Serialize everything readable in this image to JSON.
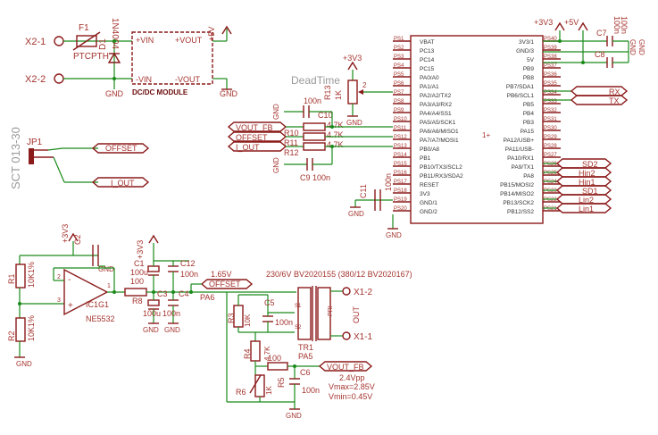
{
  "board": {
    "dc": {
      "conn_top": "X2-1",
      "conn_bot": "X2-2",
      "fuse": "F1",
      "ptc": "PTCPTH",
      "diode": "1N4004",
      "diode_ref": "D1",
      "vin_p": "+VIN",
      "vin_n": "-VIN",
      "vout_p": "+VOUT",
      "vout_n": "-VOUT",
      "module": "DC/DC MODULE",
      "rail": "+5V",
      "gnd": "GND"
    },
    "jp": {
      "ref": "JP1",
      "sct": "SCT 013-30",
      "offset": "OFFSET",
      "iout": "I_OUT"
    },
    "dead": {
      "label": "DeadTime",
      "rail": "+3V3",
      "r13": "R13",
      "r13v": "1K",
      "wiper": "2"
    },
    "sig": {
      "vout_fb": "VOUT_FB",
      "offset": "OFFSET",
      "i_out": "I_OUT",
      "r10": "R10",
      "r11": "R11",
      "r12": "R12",
      "r10v": "4.7K",
      "r11v": "4.7K",
      "r12v": "4.7K",
      "c10": "C10",
      "c10v": "100n",
      "c9": "C9",
      "c9v": "100n",
      "c11": "C11",
      "c11v": "100n",
      "gnd": "GND"
    },
    "rails": {
      "p3v3": "+3V3",
      "p5v": "+5V",
      "c7": "C7",
      "c8": "C8",
      "c7v": "100n",
      "c8v": "100n",
      "gnd": "GND"
    },
    "mcu": {
      "left_pins": [
        "PS1",
        "PS2",
        "PS3",
        "PS4",
        "PS5",
        "PS6",
        "PS7",
        "PS8",
        "PS9",
        "PS10",
        "PS11",
        "PS12",
        "PS13",
        "PS14",
        "PS15",
        "PS16",
        "PS17",
        "PS18",
        "PS19",
        "PS20"
      ],
      "left_names": [
        "VBAT",
        "PC13",
        "PC14",
        "PC15",
        "PA0/A0",
        "PA1/A1",
        "PA2/A2/TX2",
        "PA3/A3/RX2",
        "PA4/A4/SS1",
        "PA5/A5/SCK1",
        "PA6/A6/MISO1",
        "PA7/A7/MOSI1",
        "PB0/A8",
        "PB1",
        "PB10/TX3/SCL2",
        "PB11/RX3/SDA2",
        "RESET",
        "3V3",
        "GND/1",
        "GND/2"
      ],
      "right_pins": [
        "PS40",
        "PS39",
        "PS38",
        "PS37",
        "PS36",
        "PS35",
        "PS34",
        "PS33",
        "PS32",
        "PS31",
        "PS30",
        "PS29",
        "PS28",
        "PS27",
        "PS26",
        "PS25",
        "PS24",
        "PS23",
        "PS22",
        "PS21"
      ],
      "right_names": [
        "3V3/1",
        "GND/3",
        "5V",
        "PB9",
        "PB8",
        "PB7/SDA1",
        "PB6/SCL1",
        "PB5",
        "PB4",
        "PB3",
        "PA15",
        "PA12/USB+",
        "PA11/USB-",
        "PA10/RX1",
        "PA9/TX1",
        "PA8",
        "PB15/MOSI2",
        "PB14/MISO2",
        "PB13/SCK2",
        "PB12/SS2"
      ],
      "pin_marker": "1+"
    },
    "ports": {
      "rx": "RX",
      "tx": "TX",
      "sd2": "SD2",
      "hin2": "Hin2",
      "hin1": "Hin1",
      "sd1": "SD1",
      "lin2": "Lin2",
      "lin1": "Lin1"
    },
    "amp": {
      "rail": "+3V3",
      "c2": "C2",
      "gnd": "GND",
      "r1": "R1",
      "r1v": "10K1%",
      "r2": "R2",
      "r2v": "10K1%",
      "ic": "IC1G1",
      "part": "NE5532",
      "in_p": "+",
      "in_n": "-",
      "pin3": "3",
      "pin2": "2",
      "pin1": "1",
      "gnd_b": "GND"
    },
    "filt": {
      "rail": "+3V3",
      "c1": "C1",
      "c1v": "100u",
      "c12": "C12",
      "c12v": "100n",
      "r8": "R8",
      "r8v": "100",
      "c3": "C3",
      "c3v": "100u",
      "c4": "C4",
      "c4v": "100n",
      "ref165": "1.65V",
      "offset": "OFFSET",
      "pa6": "PA6",
      "gnd": "GND"
    },
    "xf": {
      "rating": "230/6V BV2020155 (380/12 BV2020167)",
      "x12": "X1-2",
      "x11": "X1-1",
      "tr": "TR1",
      "pri": "PRI",
      "out": "OUT",
      "s1": "S1",
      "s2": "S2",
      "r3": "R3",
      "r3v": "10K",
      "c5": "C5",
      "c5v": "100n",
      "r4": "R4",
      "r4v": "4.7K",
      "r5": "R5",
      "r5v": "100",
      "pa5": "PA5",
      "c6": "C6",
      "c6v": "100n",
      "vout_fb": "VOUT_FB",
      "vpp": "2.4Vpp",
      "vmax": "Vmax=2.85V",
      "vmin": "Vmin=0.45V",
      "r6": "R6",
      "r6v": "1K",
      "gnd": "GND"
    }
  }
}
